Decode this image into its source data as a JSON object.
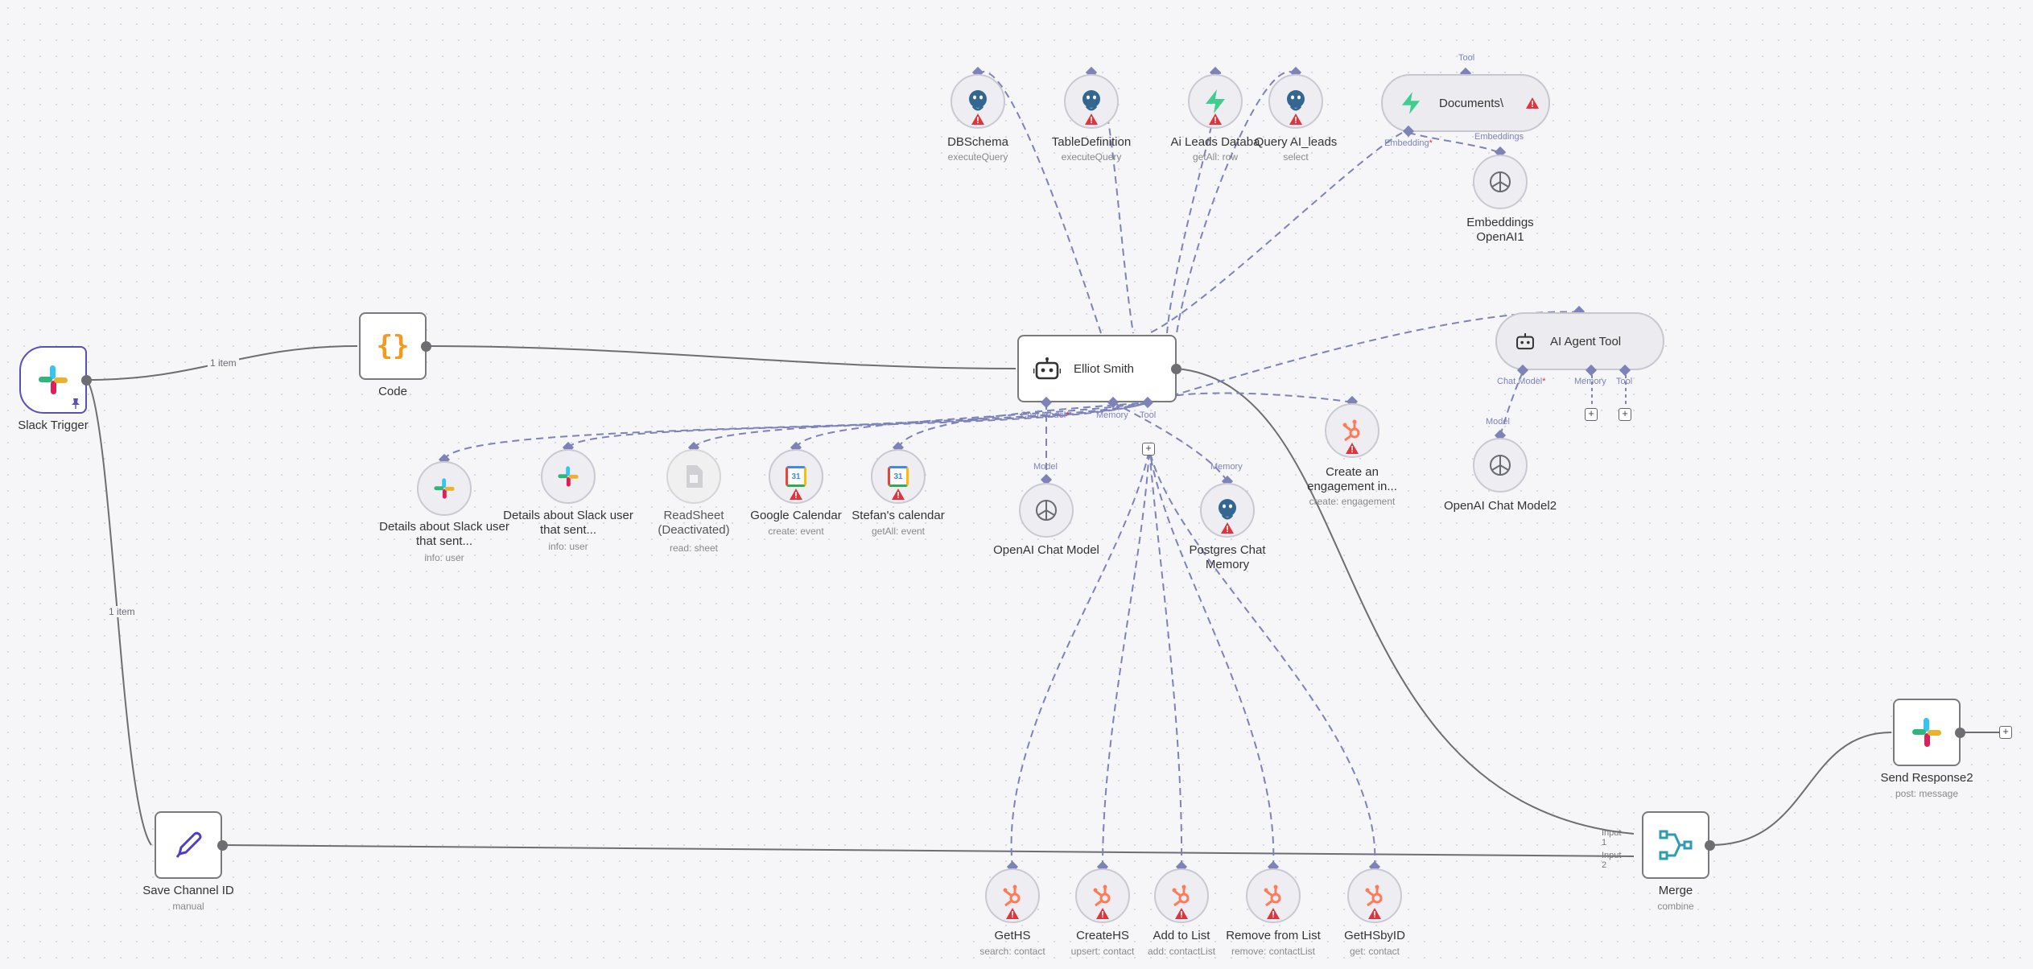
{
  "edge_labels": {
    "trigger_to_code": "1 item",
    "trigger_to_save": "1 item"
  },
  "nodes": {
    "slack_trigger": {
      "title": "Slack Trigger",
      "icon": "slack-icon"
    },
    "code": {
      "title": "Code",
      "icon": "braces-icon"
    },
    "agent": {
      "title": "Elliot Smith",
      "icon": "robot-icon",
      "ports": {
        "chat_model": "Chat Model",
        "required": "*",
        "memory": "Memory",
        "tool": "Tool"
      }
    },
    "save_channel": {
      "title": "Save Channel ID",
      "subtitle": "manual",
      "icon": "pen-icon"
    },
    "merge": {
      "title": "Merge",
      "subtitle": "combine",
      "input1": "Input 1",
      "input2": "Input 2",
      "icon": "merge-icon"
    },
    "send_response": {
      "title": "Send Response2",
      "subtitle": "post: message",
      "icon": "slack-icon"
    },
    "documents": {
      "title": "Documents\\",
      "tool_port": "Tool",
      "embedding_port": "Embedding",
      "required": "*",
      "embeddings_label": "Embeddings"
    },
    "embeddings_openai": {
      "title": "Embeddings OpenAI1",
      "icon": "openai-icon"
    },
    "ai_agent_tool": {
      "title": "AI Agent Tool",
      "chat_model": "Chat Model",
      "required": "*",
      "memory": "Memory",
      "tool": "Tool"
    },
    "openai_chat_model2": {
      "title": "OpenAI Chat Model2",
      "port": "Model"
    },
    "openai_chat_model": {
      "title": "OpenAI Chat Model",
      "port": "Model"
    },
    "postgres_memory": {
      "title": "Postgres Chat Memory",
      "port": "Memory"
    }
  },
  "top_tools": [
    {
      "title": "DBSchema",
      "subtitle": "executeQuery",
      "icon": "postgres-icon"
    },
    {
      "title": "TableDefinition",
      "subtitle": "executeQuery",
      "icon": "postgres-icon"
    },
    {
      "title": "Ai Leads Databa",
      "subtitle": "getAll: row",
      "icon": "supabase-icon"
    },
    {
      "title": "Query AI_leads",
      "subtitle": "select",
      "icon": "postgres-icon"
    }
  ],
  "mid_tools": [
    {
      "title": "Details about Slack user that sent...",
      "subtitle": "info: user",
      "icon": "slack-icon"
    },
    {
      "title": "Details about Slack user that sent...",
      "subtitle": "info: user",
      "icon": "slack-icon"
    },
    {
      "title": "ReadSheet (Deactivated)",
      "subtitle": "read: sheet",
      "icon": "sheet-icon"
    },
    {
      "title": "Google Calendar",
      "subtitle": "create: event",
      "icon": "calendar-icon",
      "day": "31"
    },
    {
      "title": "Stefan's calendar",
      "subtitle": "getAll: event",
      "icon": "calendar-icon",
      "day": "31"
    },
    {
      "title": "Create an engagement in...",
      "subtitle": "create: engagement",
      "icon": "hubspot-icon"
    }
  ],
  "bottom_tools": [
    {
      "title": "GetHS",
      "subtitle": "search: contact",
      "icon": "hubspot-icon"
    },
    {
      "title": "CreateHS",
      "subtitle": "upsert: contact",
      "icon": "hubspot-icon"
    },
    {
      "title": "Add to List",
      "subtitle": "add: contactList",
      "icon": "hubspot-icon"
    },
    {
      "title": "Remove from List",
      "subtitle": "remove: contactList",
      "icon": "hubspot-icon"
    },
    {
      "title": "GetHSbyID",
      "subtitle": "get: contact",
      "icon": "hubspot-icon"
    }
  ],
  "plus_symbol": "+",
  "colors": {
    "sub_edge": "#7d82b8",
    "main_edge": "#6e6e72",
    "warning": "#e0343c",
    "trigger_border": "#5b4fb8"
  }
}
